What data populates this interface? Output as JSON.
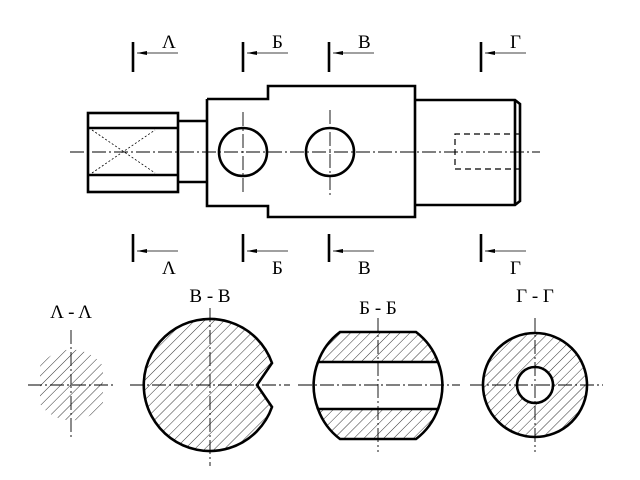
{
  "section_marks": {
    "a": "Λ",
    "b": "Б",
    "v": "В",
    "g": "Г"
  },
  "sections": {
    "a": "Λ - Λ",
    "v": "В - В",
    "b": "Б - Б",
    "g": "Г - Г"
  },
  "colors": {
    "line": "#000000",
    "background": "#ffffff"
  }
}
